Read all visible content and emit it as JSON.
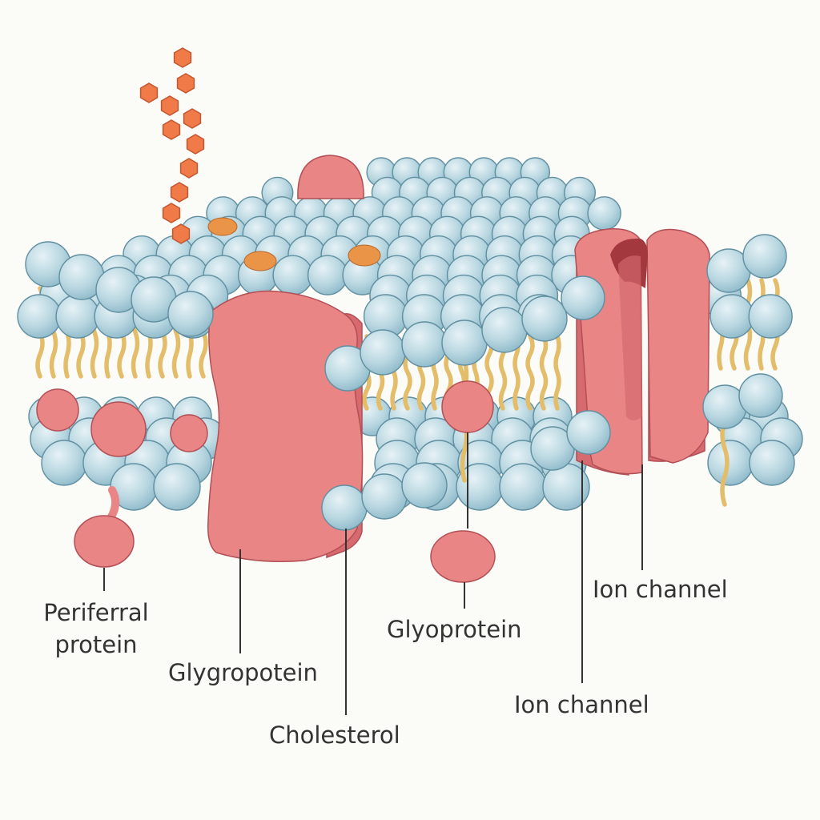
{
  "colors": {
    "background": "#fbfbf8",
    "lipid_head": "#b9d7e1",
    "lipid_head_stroke": "#5f8fa1",
    "lipid_tail": "#e3bd6a",
    "protein": "#e98585",
    "protein_stroke": "#b24f55",
    "cholesterol": "#ea9448",
    "glycan": "#f07a48",
    "leader_line": "#333333",
    "label_text": "#333333"
  },
  "labels": {
    "peripheral_protein_line1": "Periferral",
    "peripheral_protein_line2": "protein",
    "glygropotein": "Glygropotein",
    "cholesterol": "Cholesterol",
    "glyoprotein": "Glyoprotein",
    "ion_channel_upper": "Ion channel",
    "ion_channel_lower": "Ion channel"
  }
}
